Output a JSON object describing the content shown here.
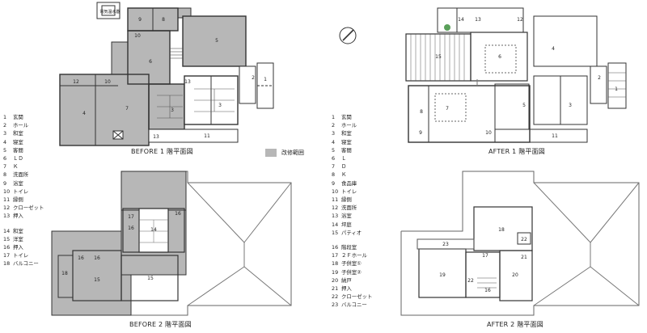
{
  "captions": {
    "before_1f": "BEFORE 1 階平面図",
    "after_1f": "AFTER 1 階平面図",
    "before_2f": "BEFORE 2 階平面図",
    "after_2f": "AFTER 2 階平面図"
  },
  "renovation_key": "改修範囲",
  "water_heater_label": "電気温水器",
  "before_legend": [
    {
      "num": "1",
      "label": "玄関"
    },
    {
      "num": "2",
      "label": "ホール"
    },
    {
      "num": "3",
      "label": "和室"
    },
    {
      "num": "4",
      "label": "寝室"
    },
    {
      "num": "5",
      "label": "客間"
    },
    {
      "num": "6",
      "label": "ＬＤ"
    },
    {
      "num": "7",
      "label": "Ｋ"
    },
    {
      "num": "8",
      "label": "洗面所"
    },
    {
      "num": "9",
      "label": "浴室"
    },
    {
      "num": "10",
      "label": "トイレ"
    },
    {
      "num": "11",
      "label": "縁側"
    },
    {
      "num": "12",
      "label": "クローゼット"
    },
    {
      "num": "13",
      "label": "押入"
    },
    {
      "num": "14",
      "label": "和室"
    },
    {
      "num": "15",
      "label": "洋室"
    },
    {
      "num": "16",
      "label": "押入"
    },
    {
      "num": "17",
      "label": "トイレ"
    },
    {
      "num": "18",
      "label": "バルコニー"
    }
  ],
  "after_legend": [
    {
      "num": "1",
      "label": "玄関"
    },
    {
      "num": "2",
      "label": "ホール"
    },
    {
      "num": "3",
      "label": "和室"
    },
    {
      "num": "4",
      "label": "寝室"
    },
    {
      "num": "5",
      "label": "客間"
    },
    {
      "num": "6",
      "label": "Ｌ"
    },
    {
      "num": "7",
      "label": "Ｄ"
    },
    {
      "num": "8",
      "label": "Ｋ"
    },
    {
      "num": "9",
      "label": "食品庫"
    },
    {
      "num": "10",
      "label": "トイレ"
    },
    {
      "num": "11",
      "label": "縁側"
    },
    {
      "num": "12",
      "label": "洗面所"
    },
    {
      "num": "13",
      "label": "浴室"
    },
    {
      "num": "14",
      "label": "坪庭"
    },
    {
      "num": "15",
      "label": "パティオ"
    },
    {
      "num": "16",
      "label": "階段室"
    },
    {
      "num": "17",
      "label": "２Ｆホール"
    },
    {
      "num": "18",
      "label": "子供室①"
    },
    {
      "num": "19",
      "label": "子供室②"
    },
    {
      "num": "20",
      "label": "納戸"
    },
    {
      "num": "21",
      "label": "押入"
    },
    {
      "num": "22",
      "label": "クローゼット"
    },
    {
      "num": "23",
      "label": "バルコニー"
    }
  ],
  "plan_labels": {
    "b1": [
      "9",
      "8",
      "10",
      "5",
      "6",
      "12",
      "10",
      "13",
      "3",
      "2",
      "1",
      "4",
      "7",
      "3",
      "13",
      "11"
    ],
    "a1": [
      "14",
      "13",
      "12",
      "4",
      "15",
      "6",
      "2",
      "1",
      "7",
      "8",
      "5",
      "3",
      "9",
      "10",
      "11"
    ],
    "b2": [
      "17",
      "16",
      "14",
      "16",
      "16",
      "16",
      "18",
      "15",
      "15"
    ],
    "a2": [
      "18",
      "22",
      "23",
      "17",
      "21",
      "19",
      "22",
      "16",
      "20"
    ]
  },
  "colors": {
    "renovation": "#b7b7b7",
    "lines": "#333333"
  }
}
